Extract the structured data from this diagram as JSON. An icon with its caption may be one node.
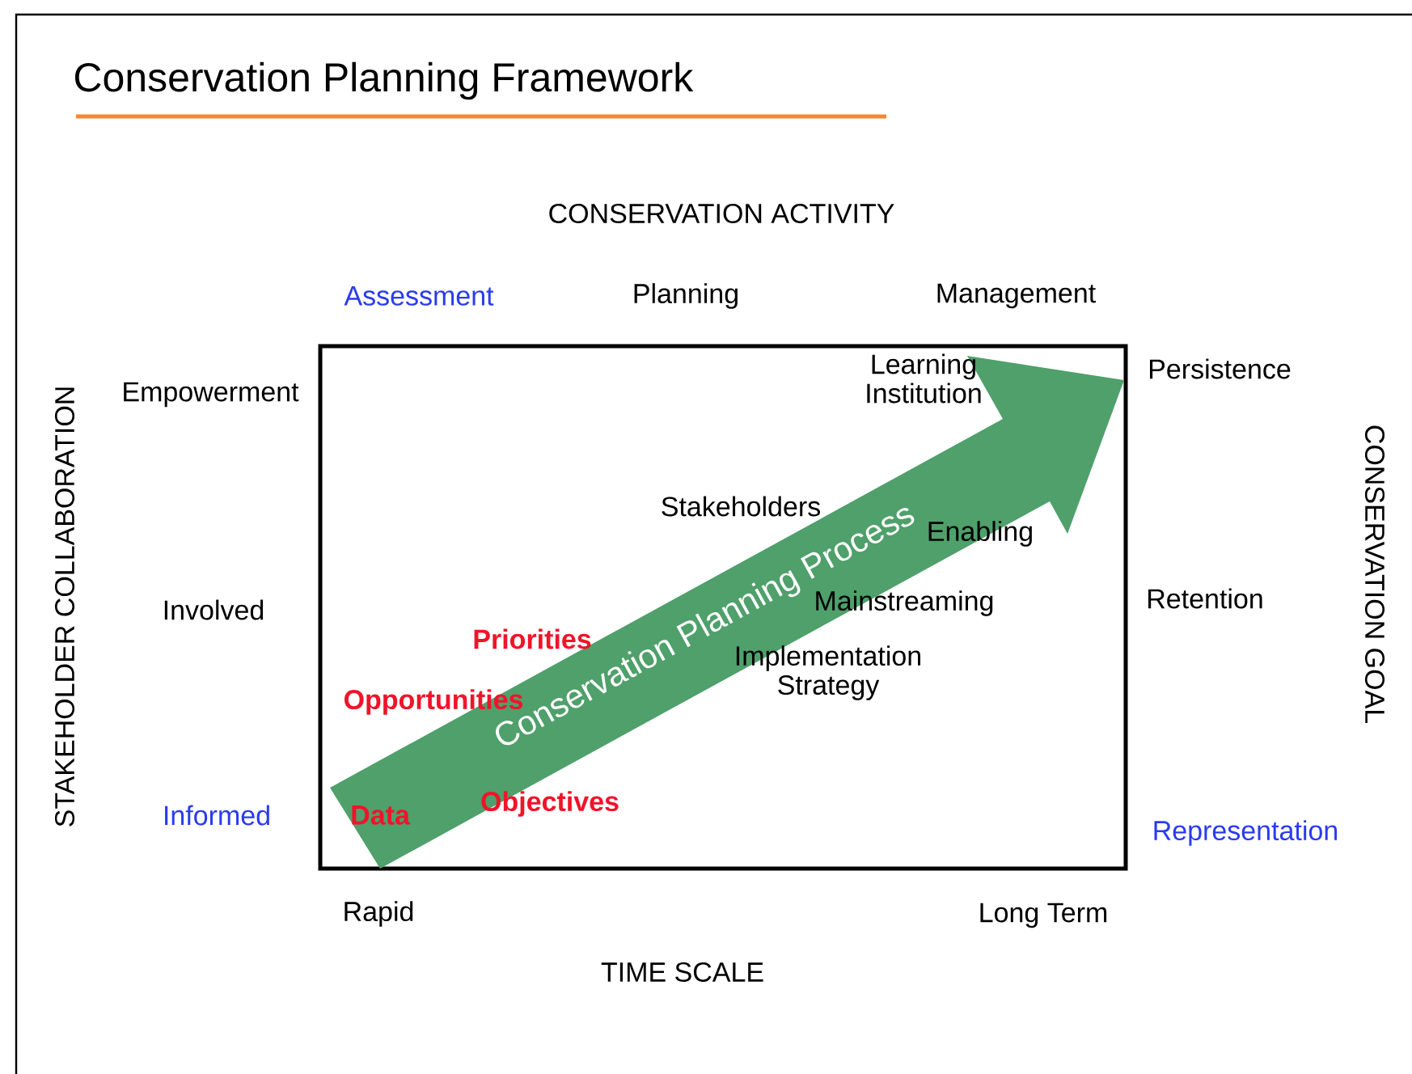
{
  "diagram": {
    "title": "Conservation Planning Framework",
    "nodes": [
      {
        "text": [
          "Conservation Planning Process"
        ]
      }
    ],
    "labels": [
      "CONSERVATION ACTIVITY",
      "Assessment",
      "Planning",
      "Management",
      "STAKEHOLDER COLLABORATION",
      "Empowerment",
      "Persistence",
      "CONSERVATION GOAL",
      "Learning Institution",
      "Stakeholders",
      "Enabling",
      "Involved",
      "Mainstreaming",
      "Retention",
      "Priorities",
      "Implementation Strategy",
      "Opportunities",
      "Informed",
      "Data",
      "Objectives",
      "Representation",
      "Rapid",
      "Long Term",
      "TIME SCALE"
    ]
  }
}
